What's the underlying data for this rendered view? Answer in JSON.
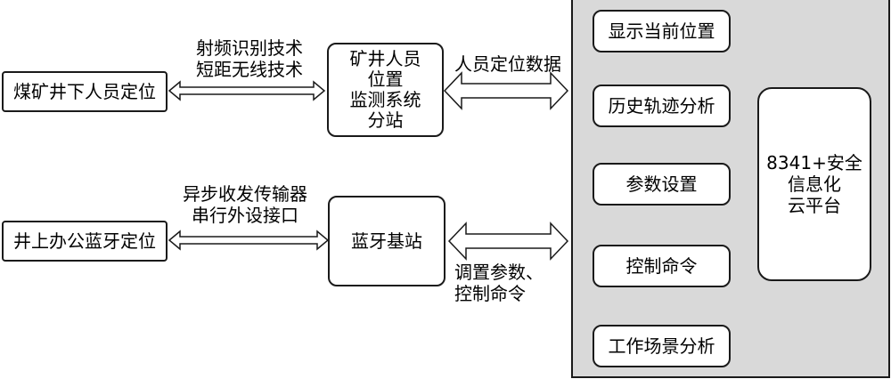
{
  "left_nodes": {
    "coal": "煤矿井下人员定位",
    "office": "井上办公蓝牙定位"
  },
  "middle_nodes": {
    "station_lines": [
      "矿井人员",
      "位置",
      "监测系统",
      "分站"
    ],
    "bluetooth": "蓝牙基站"
  },
  "edge_labels": {
    "tech_top": [
      "射频识别技术",
      "短距无线技术"
    ],
    "tech_bottom": [
      "异步收发传输器",
      "串行外设接口"
    ],
    "data_top": "人员定位数据",
    "data_bottom": [
      "调置参数、",
      "控制命令"
    ]
  },
  "panel": {
    "items": [
      "显示当前位置",
      "历史轨迹分析",
      "参数设置",
      "控制命令",
      "工作场景分析"
    ],
    "platform_lines": [
      "8341+安全",
      "信息化",
      "云平台"
    ]
  },
  "colors": {
    "panel_fill": "#d9d9d9",
    "box_stroke": "#1a1a1a",
    "arrow_fill": "#ffffff"
  }
}
